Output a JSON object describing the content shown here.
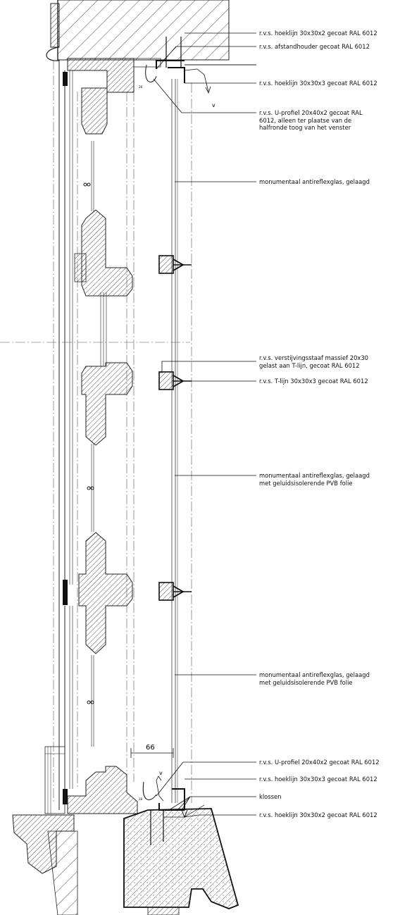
{
  "labels": {
    "l1": "r.v.s. hoeklijn 30x30x2 gecoat RAL 6012",
    "l2": "r.v.s. afstandhouder gecoat RAL 6012",
    "l3": "r.v.s. hoeklijn 30x30x3 gecoat RAL 6012",
    "l4": "r.v.s. U-profiel 20x40x2 gecoat RAL\n6012, alleen ter plaatse van de\nhalfronde toog van het venster",
    "l5": "monumentaal antireflexglas, gelaagd",
    "l6": "r.v.s. verstijvingsstaaf massief 20x30\ngelast aan T-lijn, gecoat RAL 6012",
    "l7": "r.v.s. T-lijn 30x30x3 gecoat RAL 6012",
    "l8": "monumentaal antireflexglas, gelaagd\nmet geluidsisolerende PVB folie",
    "l9": "monumentaal antireflexglas, gelaagd\nmet geluidsisolerende PVB folie",
    "l10": "r.v.s. U-profiel 20x40x2 gecoat RAL 6012",
    "l11": "r.v.s. hoeklijn 30x30x3 gecoat RAL 6012",
    "l12": "klossen",
    "l13": "r.v.s. hoeklijn 30x30x2 gecoat RAL 6012"
  },
  "marks": {
    "v_top": "v",
    "v_bottom": "v",
    "dim_66": "66",
    "gap_top": "28",
    "gap_bottom": "28"
  }
}
